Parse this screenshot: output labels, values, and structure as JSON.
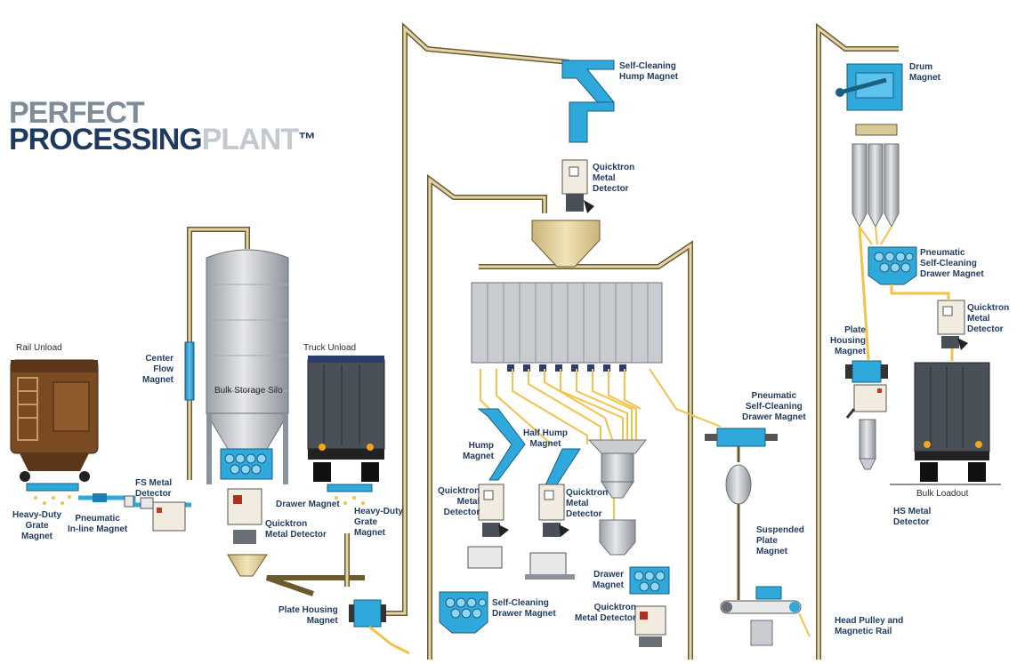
{
  "title": {
    "line1": "PERFECT",
    "line2a": "PROCESSING",
    "line2b": "PLANT",
    "tm": "™"
  },
  "labels": {
    "rail_unload": "Rail Unload",
    "heavy_duty_grate_magnet_left": "Heavy-Duty\nGrate\nMagnet",
    "pneumatic_inline_magnet": "Pneumatic\nIn-line Magnet",
    "fs_metal_detector": "FS Metal\nDetector",
    "center_flow_magnet": "Center\nFlow\nMagnet",
    "bulk_storage_silo": "Bulk Storage Silo",
    "drawer_magnet": "Drawer Magnet",
    "quicktron_metal_detector_silo": "Quicktron\nMetal Detector",
    "truck_unload": "Truck Unload",
    "heavy_duty_grate_magnet_right": "Heavy-Duty\nGrate\nMagnet",
    "plate_housing_magnet": "Plate Housing\nMagnet",
    "self_cleaning_hump_magnet": "Self-Cleaning\nHump Magnet",
    "quicktron_metal_detector_top": "Quicktron\nMetal\nDetector",
    "hump_magnet": "Hump\nMagnet",
    "half_hump_magnet": "Half Hump\nMagnet",
    "quicktron_metal_detector_a": "Quicktron\nMetal\nDetector",
    "quicktron_metal_detector_b": "Quicktron\nMetal\nDetector",
    "self_cleaning_drawer_magnet": "Self-Cleaning\nDrawer Magnet",
    "drawer_magnet_center": "Drawer\nMagnet",
    "quicktron_metal_detector_center": "Quicktron\nMetal Detector",
    "pneumatic_self_cleaning_drawer_magnet_mid": "Pneumatic\nSelf-Cleaning\nDrawer Magnet",
    "suspended_plate_magnet": "Suspended\nPlate\nMagnet",
    "head_pulley_and_magnetic_rail": "Head Pulley and\nMagnetic Rail",
    "drum_magnet": "Drum\nMagnet",
    "pneumatic_self_cleaning_drawer_magnet_right": "Pneumatic\nSelf-Cleaning\nDrawer Magnet",
    "quicktron_metal_detector_right": "Quicktron\nMetal\nDetector",
    "plate_housing_magnet_right": "Plate\nHousing\nMagnet",
    "hs_metal_detector": "HS Metal\nDetector",
    "bulk_loadout": "Bulk Loadout"
  },
  "colors": {
    "pipe": "#d9c99a",
    "pipe_outline": "#6b5a2e",
    "magnet_blue": "#2fa8dc",
    "product_yellow": "#f3c24a",
    "silo_gray": "#c9cdd1",
    "title_dark": "#1f3a5f"
  }
}
